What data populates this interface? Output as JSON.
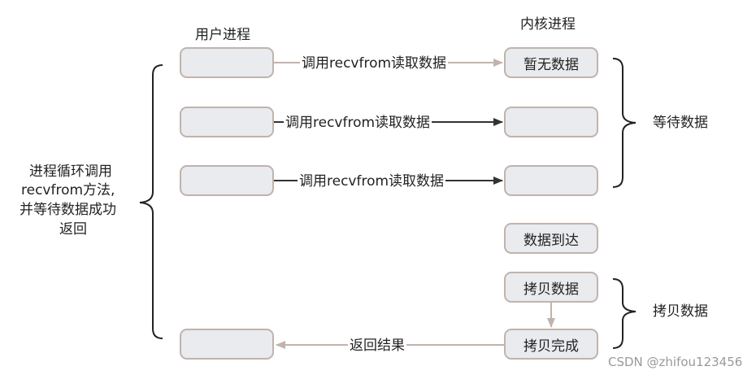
{
  "headers": {
    "user_process": "用户进程",
    "kernel_process": "内核进程"
  },
  "kernel_boxes": {
    "no_data": "暂无数据",
    "data_arrived": "数据到达",
    "copy_data": "拷贝数据",
    "copy_done": "拷贝完成"
  },
  "arrows": {
    "call1": "调用recvfrom读取数据",
    "call2": "调用recvfrom读取数据",
    "call3": "调用recvfrom读取数据",
    "return_result": "返回结果"
  },
  "braces": {
    "left_lines": [
      "进程循环调用",
      "recvfrom方法,",
      "并等待数据成功",
      "返回"
    ],
    "wait_data": "等待数据",
    "copy_data": "拷贝数据"
  },
  "watermark": "CSDN @zhifou123456",
  "colors": {
    "box_fill": "#e9ebee",
    "box_border": "#c1b3ac",
    "arrow_light": "#c1b3ac",
    "arrow_dark": "#333333"
  }
}
